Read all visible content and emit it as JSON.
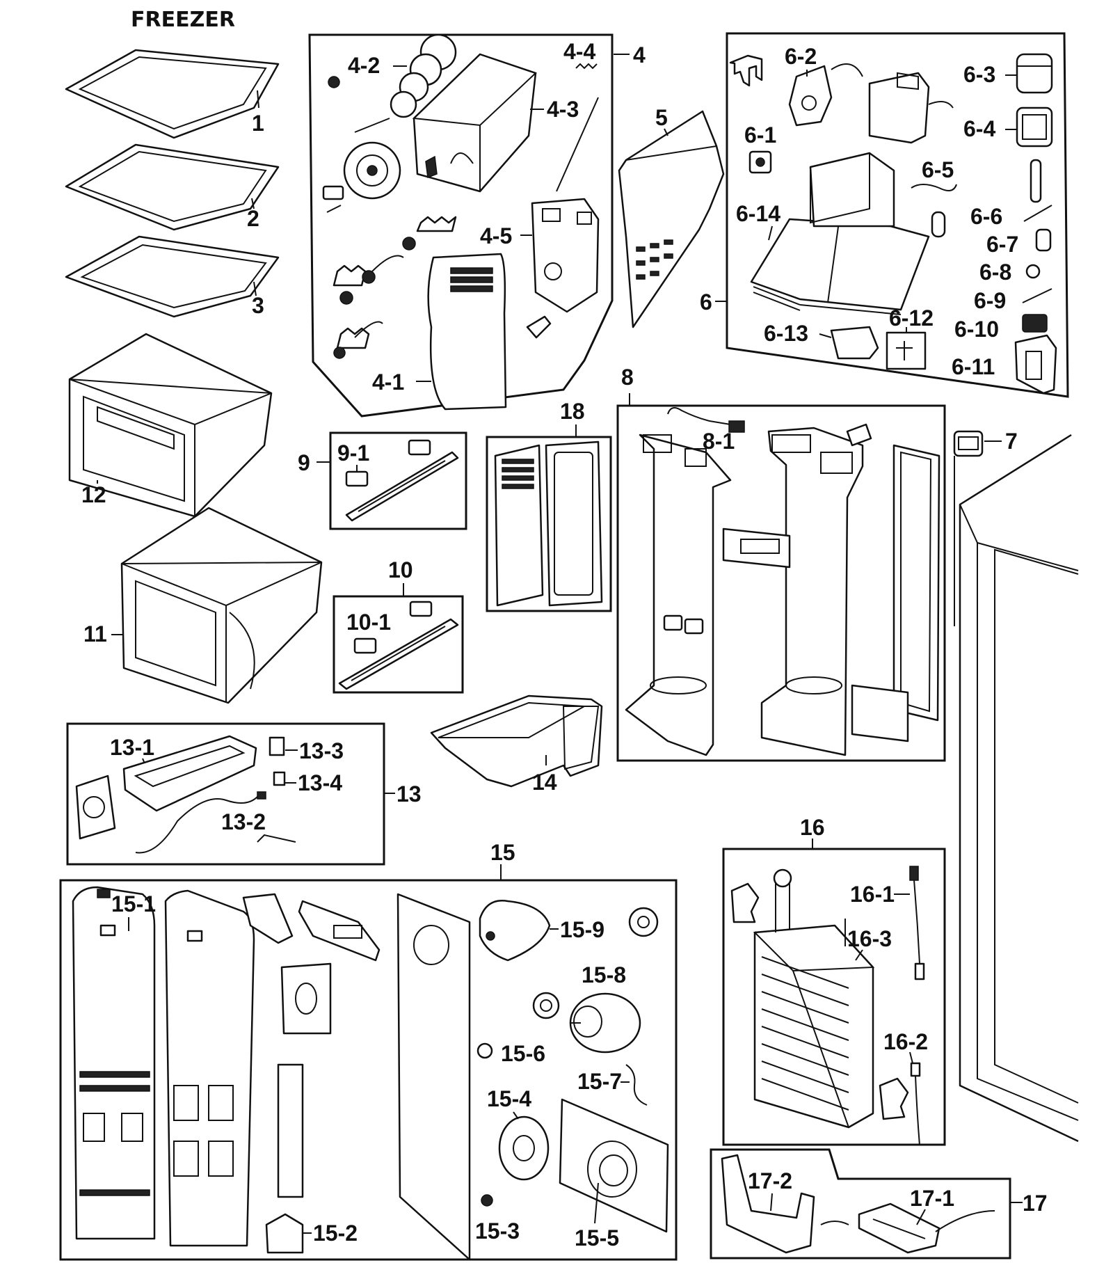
{
  "diagram": {
    "title": "FREEZER",
    "labels": {
      "p1": "1",
      "p2": "2",
      "p3": "3",
      "p4": "4",
      "p4_1": "4-1",
      "p4_2": "4-2",
      "p4_3": "4-3",
      "p4_4": "4-4",
      "p4_5": "4-5",
      "p5": "5",
      "p6": "6",
      "p6_1": "6-1",
      "p6_2": "6-2",
      "p6_3": "6-3",
      "p6_4": "6-4",
      "p6_5": "6-5",
      "p6_6": "6-6",
      "p6_7": "6-7",
      "p6_8": "6-8",
      "p6_9": "6-9",
      "p6_10": "6-10",
      "p6_11": "6-11",
      "p6_12": "6-12",
      "p6_13": "6-13",
      "p6_14": "6-14",
      "p7": "7",
      "p8": "8",
      "p8_1": "8-1",
      "p9": "9",
      "p9_1": "9-1",
      "p10": "10",
      "p10_1": "10-1",
      "p11": "11",
      "p12": "12",
      "p13": "13",
      "p13_1": "13-1",
      "p13_2": "13-2",
      "p13_3": "13-3",
      "p13_4": "13-4",
      "p14": "14",
      "p15": "15",
      "p15_1": "15-1",
      "p15_2": "15-2",
      "p15_3": "15-3",
      "p15_4": "15-4",
      "p15_5": "15-5",
      "p15_6": "15-6",
      "p15_7": "15-7",
      "p15_8": "15-8",
      "p15_9": "15-9",
      "p16": "16",
      "p16_1": "16-1",
      "p16_2": "16-2",
      "p16_3": "16-3",
      "p17": "17",
      "p17_1": "17-1",
      "p17_2": "17-2",
      "p18": "18"
    }
  }
}
